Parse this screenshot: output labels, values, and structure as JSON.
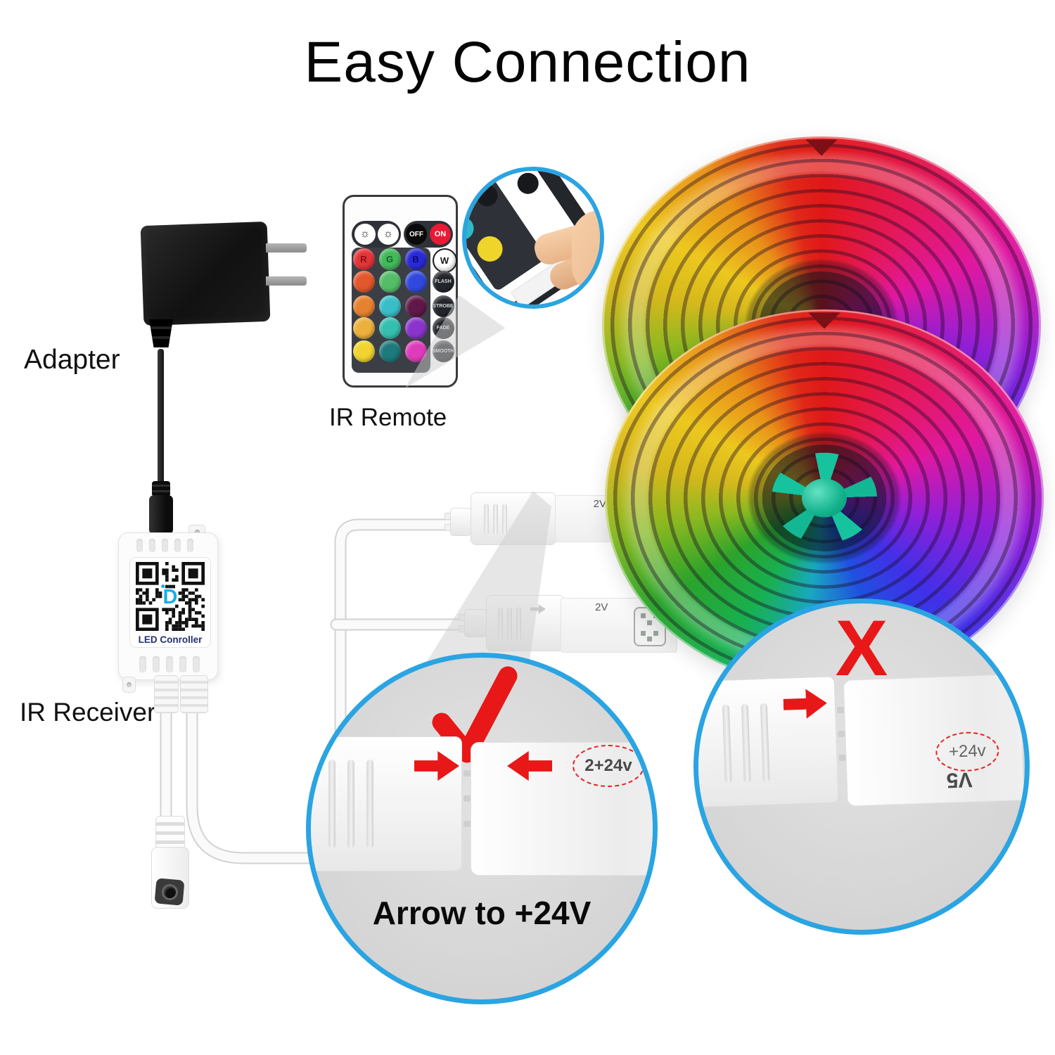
{
  "title": "Easy Connection",
  "labels": {
    "adapter": "Adapter",
    "ir_remote": "IR Remote",
    "ir_receiver": "IR Receiver"
  },
  "controller": {
    "caption": "LED Conroller"
  },
  "remote": {
    "dim_up_glyph": "☼",
    "dim_down_glyph": "☼",
    "power": {
      "off": "OFF",
      "on": "ON"
    },
    "rows": [
      [
        {
          "label": "R",
          "bg": "#e23539",
          "fg": "#8a1014"
        },
        {
          "label": "G",
          "bg": "#43b95c",
          "fg": "#0e6422"
        },
        {
          "label": "B",
          "bg": "#2a2ad6",
          "fg": "#0a0a70"
        },
        {
          "label": "W",
          "bg": "#ffffff",
          "fg": "#1a1a1a",
          "ring": true
        }
      ],
      [
        {
          "bg": "#e2572c"
        },
        {
          "bg": "#54bd68"
        },
        {
          "bg": "#3148de"
        },
        {
          "label": "FLASH",
          "bg": "#22252a",
          "fg": "#d6dae0"
        }
      ],
      [
        {
          "bg": "#e5822f"
        },
        {
          "bg": "#39bec7"
        },
        {
          "bg": "#5f1847"
        },
        {
          "label": "STROBE",
          "bg": "#22252a",
          "fg": "#d6dae0"
        }
      ],
      [
        {
          "bg": "#ecb13b"
        },
        {
          "bg": "#36bfae"
        },
        {
          "bg": "#8b34cd"
        },
        {
          "label": "FADE",
          "bg": "#22252a",
          "fg": "#d6dae0"
        }
      ],
      [
        {
          "bg": "#f1d430"
        },
        {
          "bg": "#1d797c"
        },
        {
          "bg": "#df3cbc"
        },
        {
          "label": "SMOOTH",
          "bg": "#22252a",
          "fg": "#d6dae0"
        }
      ]
    ]
  },
  "strips": {
    "end_label": "2V"
  },
  "callout_good": {
    "mark": "check",
    "tag": "2+24v",
    "caption": "Arrow to +24V"
  },
  "callout_bad": {
    "mark": "X",
    "tag": "+24v",
    "flipped_text": "V5"
  },
  "colors": {
    "accent_blue": "#2aa4e2",
    "alert_red": "#e81818",
    "logo_blue": "#19aee8"
  }
}
